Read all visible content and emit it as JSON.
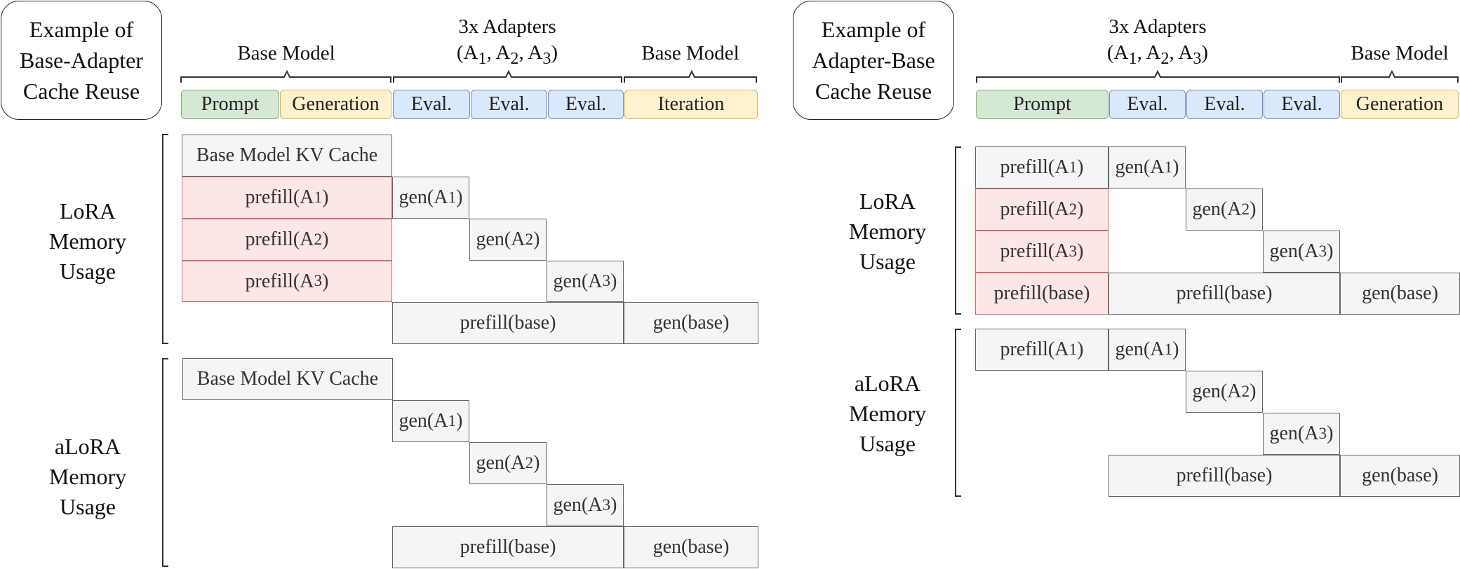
{
  "left": {
    "title_lines": [
      "Example of",
      "Base-Adapter",
      "Cache Reuse"
    ],
    "headers": {
      "base_model_1": "Base Model",
      "adapters_line1": "3x Adapters",
      "adapters_line2": "(A1, A2, A3)",
      "base_model_2": "Base Model"
    },
    "phases": [
      "Prompt",
      "Generation",
      "Eval.",
      "Eval.",
      "Eval.",
      "Iteration"
    ],
    "lora": {
      "label_lines": [
        "LoRA",
        "Memory",
        "Usage"
      ],
      "cells": [
        "Base Model KV Cache",
        "prefill(A1)",
        "prefill(A2)",
        "prefill(A3)",
        "gen(A1)",
        "gen(A2)",
        "gen(A3)",
        "prefill(base)",
        "gen(base)"
      ]
    },
    "alora": {
      "label_lines": [
        "aLoRA",
        "Memory",
        "Usage"
      ],
      "cells": [
        "Base Model KV Cache",
        "gen(A1)",
        "gen(A2)",
        "gen(A3)",
        "prefill(base)",
        "gen(base)"
      ]
    }
  },
  "right": {
    "title_lines": [
      "Example of",
      "Adapter-Base",
      "Cache Reuse"
    ],
    "headers": {
      "adapters_line1": "3x Adapters",
      "adapters_line2": "(A1, A2, A3)",
      "base_model": "Base Model"
    },
    "phases": [
      "Prompt",
      "Eval.",
      "Eval.",
      "Eval.",
      "Generation"
    ],
    "lora": {
      "label_lines": [
        "LoRA",
        "Memory",
        "Usage"
      ],
      "cells": [
        "prefill(A1)",
        "gen(A1)",
        "prefill(A2)",
        "gen(A2)",
        "prefill(A3)",
        "gen(A3)",
        "prefill(base)",
        "prefill(base)",
        "gen(base)"
      ]
    },
    "alora": {
      "label_lines": [
        "aLoRA",
        "Memory",
        "Usage"
      ],
      "cells": [
        "prefill(A1)",
        "gen(A1)",
        "gen(A2)",
        "gen(A3)",
        "prefill(base)",
        "gen(base)"
      ]
    }
  }
}
